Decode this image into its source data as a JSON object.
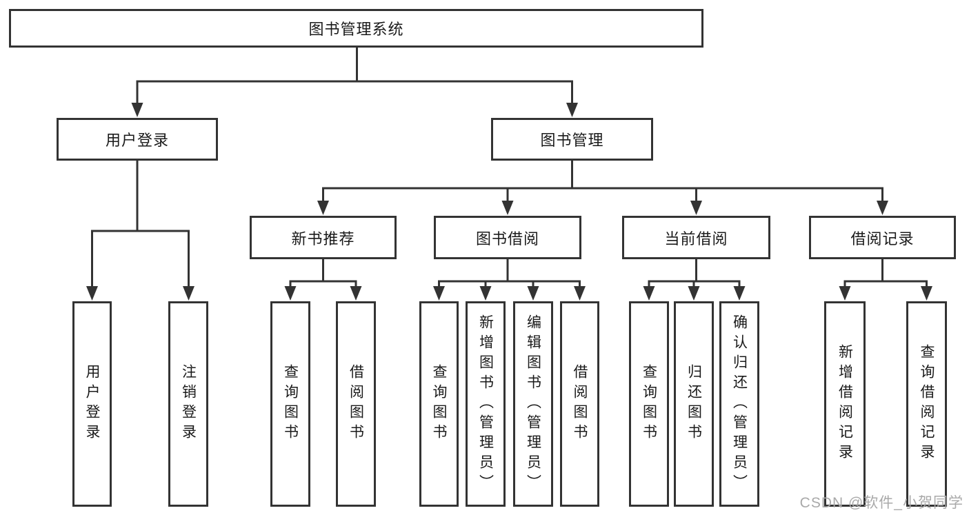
{
  "tree": {
    "root": {
      "label": "图书管理系统"
    },
    "branches": [
      {
        "label": "用户登录",
        "children": [
          "用户登录",
          "注销登录"
        ]
      },
      {
        "label": "图书管理",
        "children": [
          {
            "label": "新书推荐",
            "children": [
              "查询图书",
              "借阅图书"
            ]
          },
          {
            "label": "图书借阅",
            "children": [
              "查询图书",
              "新增图书（管理员）",
              "编辑图书（管理员）",
              "借阅图书"
            ]
          },
          {
            "label": "当前借阅",
            "children": [
              "查询图书",
              "归还图书",
              "确认归还（管理员）"
            ]
          },
          {
            "label": "借阅记录",
            "children": [
              "新增借阅记录",
              "查询借阅记录"
            ]
          }
        ]
      }
    ]
  },
  "watermark": "CSDN @软件_小贺同学",
  "colors": {
    "line": "#333333",
    "box_border": "#333333",
    "box_fill": "#ffffff",
    "text": "#1a1a1a",
    "watermark": "#a9a9a9",
    "background": "#ffffff"
  }
}
